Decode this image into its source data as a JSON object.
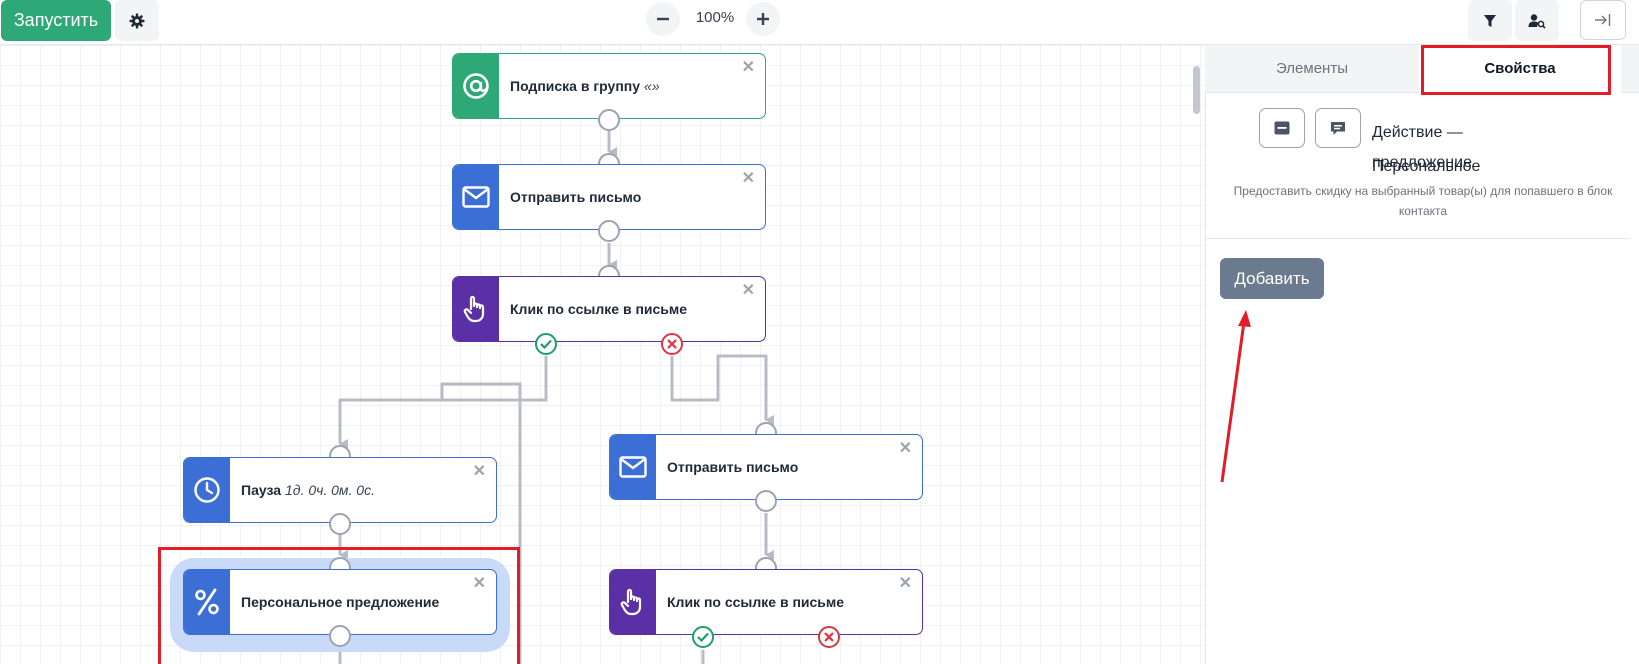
{
  "toolbar": {
    "run_label": "Запустить",
    "zoom_level": "100%"
  },
  "nodes": {
    "subscribe": {
      "title": "Подписка в группу",
      "extra": "«»",
      "color": "#2ea876",
      "icon": "at-icon"
    },
    "send_email_1": {
      "title": "Отправить письмо",
      "color": "#3b6fd6",
      "icon": "envelope-icon"
    },
    "click_link_1": {
      "title": "Клик по ссылке в письме",
      "color": "#5b2fa6",
      "icon": "pointer-hand-icon"
    },
    "pause": {
      "title": "Пауза",
      "extra": "1д. 0ч. 0м. 0с.",
      "color": "#3b6fd6",
      "icon": "clock-icon"
    },
    "personal_offer": {
      "title": "Персональное предложение",
      "color": "#3b6fd6",
      "icon": "percent-icon"
    },
    "send_email_2": {
      "title": "Отправить письмо",
      "color": "#3b6fd6",
      "icon": "envelope-icon"
    },
    "click_link_2": {
      "title": "Клик по ссылке в письме",
      "color": "#5b2fa6",
      "icon": "pointer-hand-icon"
    }
  },
  "panel": {
    "tabs": [
      {
        "label": "Элементы",
        "active": false
      },
      {
        "label": "Свойства",
        "active": true
      }
    ],
    "title_line1": "Действие — Персональное",
    "title_line2": "предложение",
    "description": "Предоставить скидку на выбранный товар(ы) для попавшего в блок контакта",
    "add_label": "Добавить"
  },
  "colors": {
    "accent_green": "#2ea876",
    "annotation_red": "#e11d2a",
    "selection_blue": "#c8daf7"
  }
}
